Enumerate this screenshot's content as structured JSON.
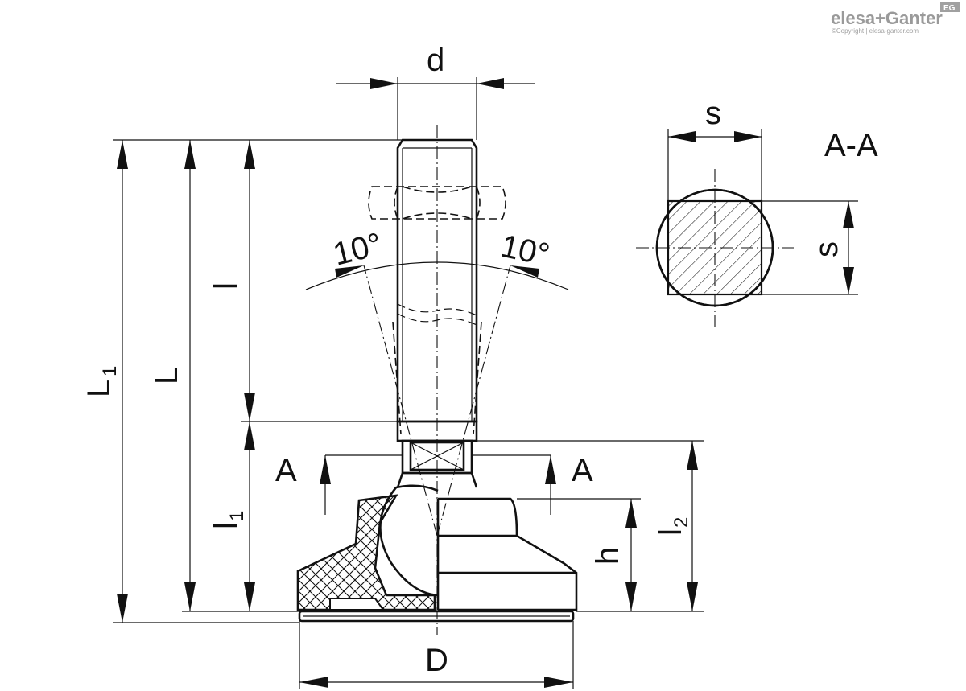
{
  "brand": {
    "logo_text": "elesa+Ganter",
    "copyright": "©Copyright | elesa-ganter.com",
    "badge": "EG"
  },
  "labels": {
    "d": "d",
    "s_top": "s",
    "s_side": "s",
    "section": "A-A",
    "angle_left": "10°",
    "angle_right": "10°",
    "L1_main": "L",
    "L1_sub": "1",
    "L": "L",
    "l": "l",
    "l1_main": "l",
    "l1_sub": "1",
    "l2_main": "l",
    "l2_sub": "2",
    "h": "h",
    "D": "D",
    "A_left": "A",
    "A_right": "A"
  }
}
